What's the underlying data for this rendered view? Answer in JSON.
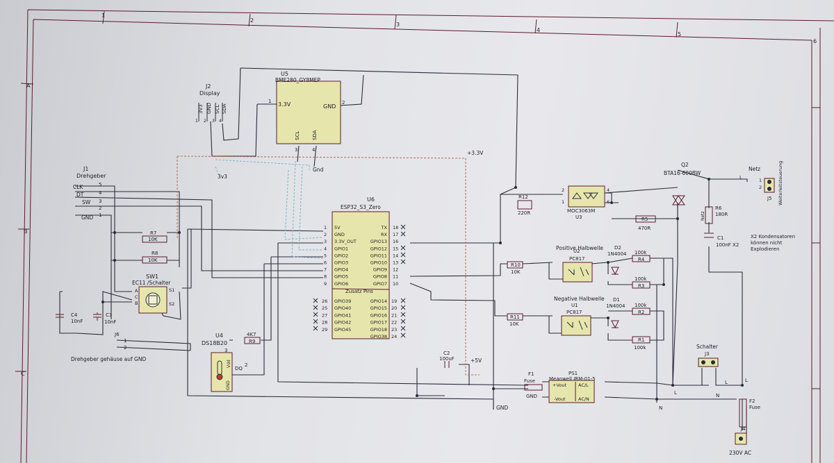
{
  "frame": {
    "columns": [
      "1",
      "2",
      "3",
      "4",
      "5",
      "6"
    ],
    "rows": [
      "A",
      "B",
      "C"
    ]
  },
  "components": {
    "u5": {
      "ref": "U5",
      "value": "BME280_GY8MEP",
      "pin_33": "3.3V",
      "pin_gnd": "GND",
      "pin_scl": "SCL",
      "pin_sda": "SDA",
      "n1": "1",
      "n2": "2",
      "n3": "3",
      "n4": "4"
    },
    "j2": {
      "ref": "J2",
      "value": "Display",
      "pins": [
        "3V3",
        "GND",
        "SCL",
        "SDA"
      ],
      "nums": [
        "1",
        "2",
        "3",
        "4"
      ]
    },
    "j1": {
      "ref": "J1",
      "value": "Drehgeber",
      "pins": [
        "CLK",
        "DT",
        "SW",
        "",
        "GND"
      ],
      "nums": [
        "5",
        "4",
        "3",
        "2",
        "1"
      ]
    },
    "u6": {
      "ref": "U6",
      "value": "ESP32_S3_Zero",
      "left_names": [
        "5V",
        "GND",
        "3.3V_OUT",
        "GPIO1",
        "GPIO2",
        "GPIO3",
        "GPIO4",
        "GPIO5",
        "GPIO6"
      ],
      "left_nums": [
        "1",
        "2",
        "3",
        "4",
        "5",
        "6",
        "7",
        "8",
        "9"
      ],
      "right_names": [
        "TX",
        "RX",
        "GPIO13",
        "GPIO12",
        "GPIO11",
        "GPIO10",
        "GPIO9",
        "GPIO8",
        "GPIO7"
      ],
      "right_nums": [
        "18",
        "17",
        "16",
        "15",
        "14",
        "13",
        "12",
        "11",
        "10"
      ],
      "extra_title": "Zusatz Pins",
      "extra_left": [
        "GPIO39",
        "GPIO40",
        "GPIO41",
        "GPIO42",
        "GPIO45"
      ],
      "extra_left_nums": [
        "26",
        "25",
        "27",
        "28",
        "29"
      ],
      "extra_right": [
        "GPIO14",
        "GPIO15",
        "GPIO16",
        "GPIO17",
        "GPIO18",
        "GPIO38"
      ],
      "extra_right_nums": [
        "19",
        "20",
        "21",
        "22",
        "23",
        "24"
      ]
    },
    "r7": {
      "ref": "R7",
      "value": "10K"
    },
    "r8": {
      "ref": "R8",
      "value": "10K"
    },
    "sw1": {
      "ref": "SW1",
      "value": "EC11 /Schalter",
      "a": "A",
      "c": "C",
      "b": "B",
      "s1": "S1",
      "s2": "S2"
    },
    "c4": {
      "ref": "C4",
      "value": "10nF"
    },
    "c3": {
      "ref": "C3",
      "value": "10nF"
    },
    "j6": {
      "ref": "J6",
      "nums": [
        "1",
        "2"
      ],
      "note": "Drehgeber gehäuse auf GND"
    },
    "u4": {
      "ref": "U4",
      "value": "DS18B20",
      "gnd": "GND",
      "vdd": "Vdd",
      "dq": "DQ",
      "n2": "2",
      "n3": "3"
    },
    "r9": {
      "ref": "R9",
      "value": "4K7"
    },
    "c2": {
      "ref": "C2",
      "value": "100uF"
    },
    "net_33": "+3.3V",
    "net_5v": "+5V",
    "net_gnd": "GND",
    "net_netz": "Netz",
    "net_3v3": "3v3",
    "net_gnd_b": "Gnd",
    "r12": {
      "ref": "R12",
      "value": "220R"
    },
    "u3": {
      "ref": "U3",
      "value": "MOC3063M",
      "n2": "2",
      "n1": "1",
      "n4": "4",
      "n6": "6"
    },
    "r5": {
      "ref": "R5",
      "value": "470R"
    },
    "q2": {
      "ref": "Q2",
      "value": "BTA16-600BW"
    },
    "r6": {
      "ref": "R6",
      "value": "180R",
      "net": "Netz"
    },
    "c1": {
      "ref": "C1",
      "value": "100nF X2"
    },
    "j5": {
      "ref": "J5",
      "value": "Weiterleitsteuerung",
      "n1": "1",
      "n2": "2"
    },
    "note_x2": "X2 Kondensatoren können nicht Explodieren",
    "pos_label": "Positive Halbwelle",
    "neg_label": "Negative Halbwelle",
    "u2": {
      "ref": "U2",
      "value": "PC817"
    },
    "u1": {
      "ref": "U1",
      "value": "PC817"
    },
    "r10": {
      "ref": "R10",
      "value": "10K"
    },
    "r11": {
      "ref": "R11",
      "value": "10K"
    },
    "d2": {
      "ref": "D2",
      "value": "1N4004"
    },
    "d1": {
      "ref": "D1",
      "value": "1N4004"
    },
    "r4": {
      "ref": "R4",
      "value": "100k"
    },
    "r3": {
      "ref": "R3",
      "value": "100k"
    },
    "r2": {
      "ref": "R2",
      "value": "100k"
    },
    "r1": {
      "ref": "R1",
      "value": "100k"
    },
    "f1": {
      "ref": "F1",
      "value": "Fuse"
    },
    "ps1": {
      "ref": "PS1",
      "value": "Meanwell IRM-01-5",
      "vout_p": "+Vout",
      "vout_n": "-Vout",
      "acl": "AC/L",
      "acn": "AC/N"
    },
    "j3": {
      "ref": "J3",
      "value": "Schalter"
    },
    "f2": {
      "ref": "F2",
      "value": "Fuse"
    },
    "j4": {
      "ref": "J4",
      "value": "230V AC"
    },
    "lbl_l": "L",
    "lbl_n": "N"
  }
}
